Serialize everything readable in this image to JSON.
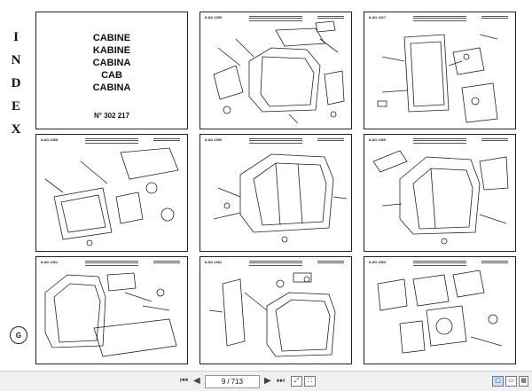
{
  "page": {
    "index_letters": [
      "I",
      "N",
      "D",
      "E",
      "X"
    ],
    "title_lines": [
      "CABINE",
      "KABINE",
      "CABINA",
      "CAB",
      "CABINA"
    ],
    "doc_number": "N° 302 217",
    "logo_text": "G"
  },
  "panels": [
    {
      "code": "8.AD 1350"
    },
    {
      "code": "8.AD 1327"
    },
    {
      "code": "8.AD 1358"
    },
    {
      "code": "8.AD 1359"
    },
    {
      "code": "8.AD 1360"
    },
    {
      "code": "8.AD 1361"
    },
    {
      "code": "8.AD 1362"
    },
    {
      "code": "8.AD 1363"
    }
  ],
  "toolbar": {
    "first": "⏮",
    "prev": "◀",
    "current_page": "9",
    "separator": "/",
    "total_pages": "713",
    "next": "▶",
    "last": "⏭",
    "icons": [
      "⤢",
      "⛶",
      "▢",
      "▭",
      "☐",
      "▦"
    ]
  }
}
